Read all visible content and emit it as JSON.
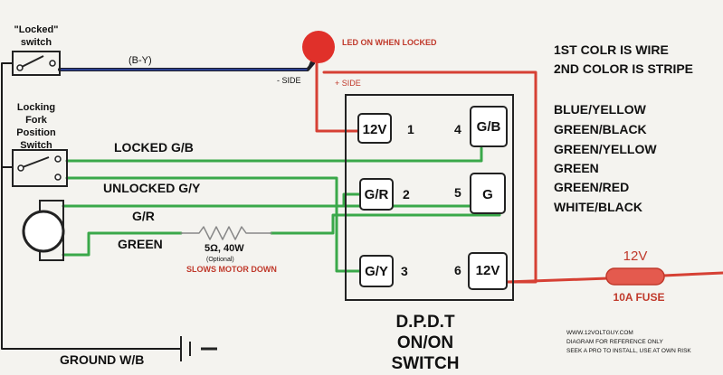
{
  "locked_switch": {
    "label_line1": "\"Locked\"",
    "label_line2": "switch",
    "wire_label": "(B-Y)"
  },
  "led": {
    "label": "LED ON WHEN LOCKED",
    "minus_side": "- SIDE",
    "plus_side": "+ SIDE"
  },
  "fork_switch": {
    "line1": "Locking",
    "line2": "Fork",
    "line3": "Position",
    "line4": "Switch"
  },
  "wires": {
    "locked": "LOCKED G/B",
    "unlocked": "UNLOCKED G/Y",
    "gr": "G/R",
    "green": "GREEN",
    "ground": "GROUND W/B"
  },
  "resistor": {
    "value": "5Ω, 40W",
    "optional": "(Optional)",
    "note": "SLOWS MOTOR DOWN"
  },
  "switch": {
    "terminals": [
      {
        "label": "12V",
        "num": "1"
      },
      {
        "label": "G/R",
        "num": "2"
      },
      {
        "label": "G/Y",
        "num": "3"
      },
      {
        "label": "G/B",
        "num": "4"
      },
      {
        "label": "G",
        "num": "5"
      },
      {
        "label": "12V",
        "num": "6"
      }
    ],
    "title_line1": "D.P.D.T",
    "title_line2": "ON/ON",
    "title_line3": "SWITCH"
  },
  "legend": {
    "header1": "1ST COLR IS WIRE",
    "header2": "2ND COLOR IS STRIPE",
    "colors": [
      "BLUE/YELLOW",
      "GREEN/BLACK",
      "GREEN/YELLOW",
      "GREEN",
      "GREEN/RED",
      "WHITE/BLACK"
    ]
  },
  "fuse": {
    "voltage": "12V",
    "label": "10A FUSE"
  },
  "footer": {
    "site": "WWW.12VOLTGUY.COM",
    "line1": "DIAGRAM FOR REFERENCE ONLY",
    "line2": "SEEK A PRO TO INSTALL, USE AT OWN RISK"
  },
  "colors": {
    "green_wire": "#3aa84a",
    "red_wire": "#d64034",
    "blue_wire": "#2b3f8f",
    "led": "#e0302a"
  }
}
